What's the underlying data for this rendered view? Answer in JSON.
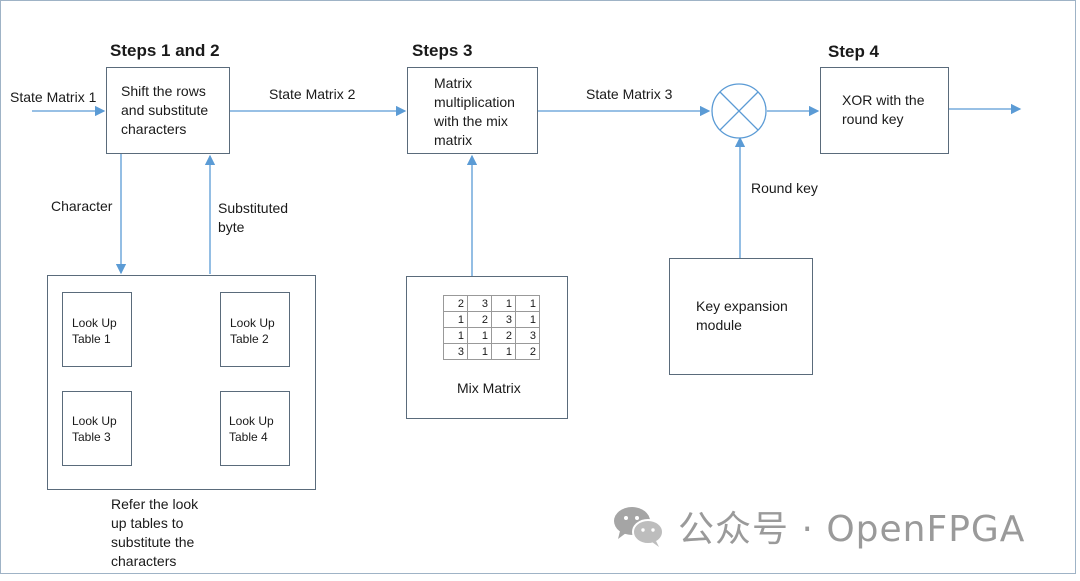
{
  "headings": {
    "steps12": "Steps 1 and 2",
    "steps3": "Steps 3",
    "step4": "Step 4"
  },
  "labels": {
    "state_matrix_1": "State Matrix 1",
    "state_matrix_2": "State Matrix 2",
    "state_matrix_3": "State Matrix 3",
    "character": "Character",
    "substituted_byte": "Substituted\nbyte",
    "round_key": "Round key",
    "refer_tables": "Refer the look\nup tables to\nsubstitute the\ncharacters"
  },
  "boxes": {
    "shift_rows": "Shift the rows\nand substitute\ncharacters",
    "matrix_mult": "Matrix\nmultiplication\nwith the mix\nmatrix",
    "xor_round": "XOR with the\nround key",
    "key_expansion": "Key expansion\nmodule",
    "mix_matrix_label": "Mix Matrix"
  },
  "lookup_tables": [
    "Look Up\nTable 1",
    "Look Up\nTable 2",
    "Look Up\nTable 3",
    "Look Up\nTable 4"
  ],
  "mix_matrix": [
    [
      2,
      3,
      1,
      1
    ],
    [
      1,
      2,
      3,
      1
    ],
    [
      1,
      1,
      2,
      3
    ],
    [
      3,
      1,
      1,
      2
    ]
  ],
  "watermark": {
    "text": "公众号 · OpenFPGA",
    "icon": "wechat-logo"
  },
  "colors": {
    "arrow": "#5b9bd5",
    "box_border": "#5a6b7b",
    "watermark": "#9a9a9a"
  }
}
